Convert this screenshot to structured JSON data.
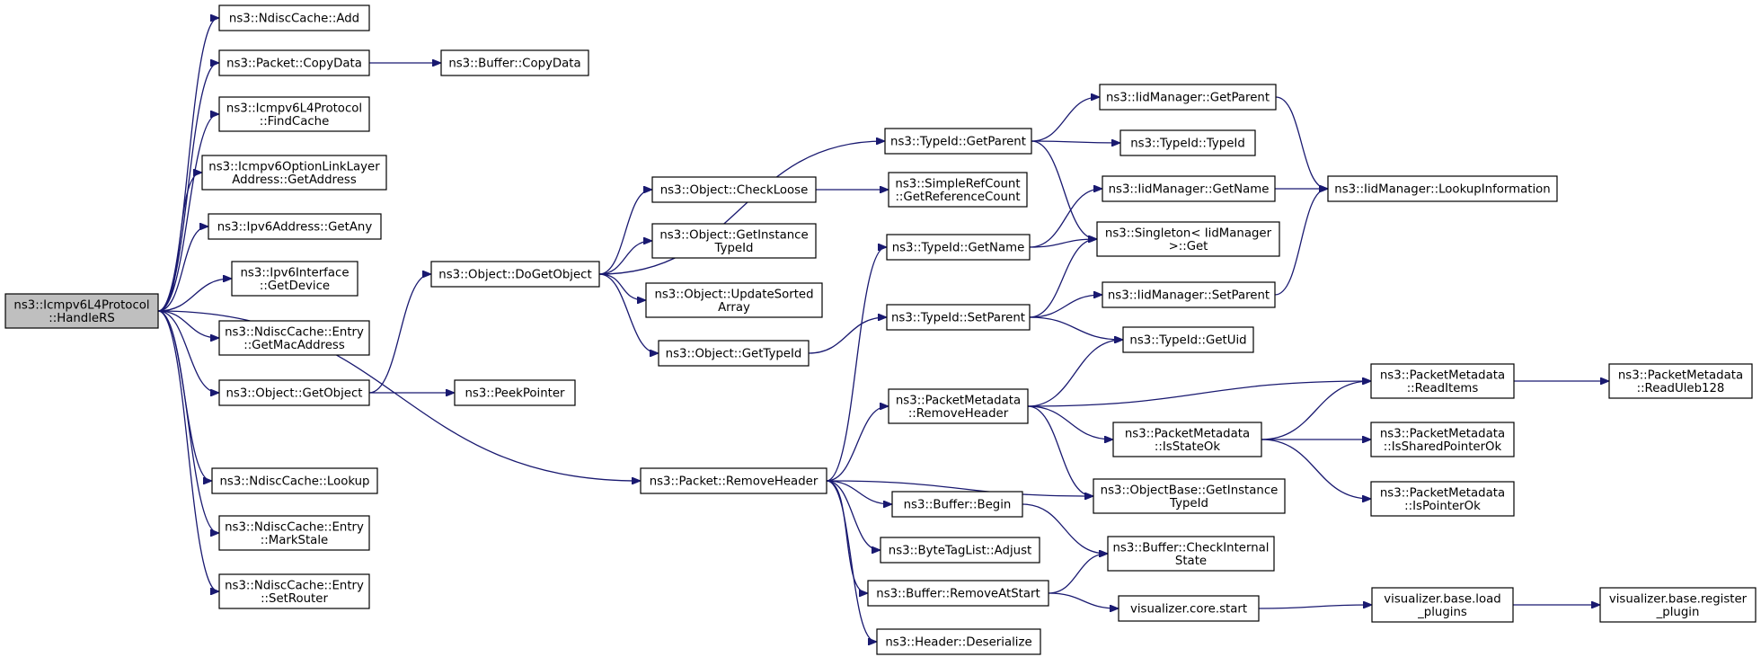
{
  "nodes": [
    {
      "id": "root",
      "lines": [
        "ns3::Icmpv6L4Protocol",
        "::HandleRS"
      ],
      "root": true
    },
    {
      "id": "nd_add",
      "lines": [
        "ns3::NdiscCache::Add"
      ]
    },
    {
      "id": "pkt_copy",
      "lines": [
        "ns3::Packet::CopyData"
      ]
    },
    {
      "id": "buf_copy",
      "lines": [
        "ns3::Buffer::CopyData"
      ]
    },
    {
      "id": "findcache",
      "lines": [
        "ns3::Icmpv6L4Protocol",
        "::FindCache"
      ]
    },
    {
      "id": "optlink",
      "lines": [
        "ns3::Icmpv6OptionLinkLayer",
        "Address::GetAddress"
      ]
    },
    {
      "id": "getany",
      "lines": [
        "ns3::Ipv6Address::GetAny"
      ]
    },
    {
      "id": "ipv6if",
      "lines": [
        "ns3::Ipv6Interface",
        "::GetDevice"
      ]
    },
    {
      "id": "getmac",
      "lines": [
        "ns3::NdiscCache::Entry",
        "::GetMacAddress"
      ]
    },
    {
      "id": "getobject",
      "lines": [
        "ns3::Object::GetObject"
      ]
    },
    {
      "id": "peek",
      "lines": [
        "ns3::PeekPointer"
      ]
    },
    {
      "id": "lookup",
      "lines": [
        "ns3::NdiscCache::Lookup"
      ]
    },
    {
      "id": "markstale",
      "lines": [
        "ns3::NdiscCache::Entry",
        "::MarkStale"
      ]
    },
    {
      "id": "setrouter",
      "lines": [
        "ns3::NdiscCache::Entry",
        "::SetRouter"
      ]
    },
    {
      "id": "dogetobject",
      "lines": [
        "ns3::Object::DoGetObject"
      ]
    },
    {
      "id": "checkloose",
      "lines": [
        "ns3::Object::CheckLoose"
      ]
    },
    {
      "id": "getinsttypeid",
      "lines": [
        "ns3::Object::GetInstance",
        "TypeId"
      ]
    },
    {
      "id": "updatesorted",
      "lines": [
        "ns3::Object::UpdateSorted",
        "Array"
      ]
    },
    {
      "id": "gettypeid",
      "lines": [
        "ns3::Object::GetTypeId"
      ]
    },
    {
      "id": "simplerefcount",
      "lines": [
        "ns3::SimpleRefCount",
        "::GetReferenceCount"
      ]
    },
    {
      "id": "tid_getparent",
      "lines": [
        "ns3::TypeId::GetParent"
      ]
    },
    {
      "id": "tid_getname",
      "lines": [
        "ns3::TypeId::GetName"
      ]
    },
    {
      "id": "tid_setparent",
      "lines": [
        "ns3::TypeId::SetParent"
      ]
    },
    {
      "id": "iid_getparent",
      "lines": [
        "ns3::IidManager::GetParent"
      ]
    },
    {
      "id": "tid_typeid",
      "lines": [
        "ns3::TypeId::TypeId"
      ]
    },
    {
      "id": "iid_getname",
      "lines": [
        "ns3::IidManager::GetName"
      ]
    },
    {
      "id": "singleton",
      "lines": [
        "ns3::Singleton< IidManager",
        ">::Get"
      ]
    },
    {
      "id": "iid_setparent",
      "lines": [
        "ns3::IidManager::SetParent"
      ]
    },
    {
      "id": "tid_getuid",
      "lines": [
        "ns3::TypeId::GetUid"
      ]
    },
    {
      "id": "iid_lookupinfo",
      "lines": [
        "ns3::IidManager::LookupInformation"
      ]
    },
    {
      "id": "pkt_removeheader",
      "lines": [
        "ns3::Packet::RemoveHeader"
      ]
    },
    {
      "id": "pm_removeheader",
      "lines": [
        "ns3::PacketMetadata",
        "::RemoveHeader"
      ]
    },
    {
      "id": "buf_begin",
      "lines": [
        "ns3::Buffer::Begin"
      ]
    },
    {
      "id": "btl_adjust",
      "lines": [
        "ns3::ByteTagList::Adjust"
      ]
    },
    {
      "id": "buf_removeatstart",
      "lines": [
        "ns3::Buffer::RemoveAtStart"
      ]
    },
    {
      "id": "hdr_deserialize",
      "lines": [
        "ns3::Header::Deserialize"
      ]
    },
    {
      "id": "pm_isstateok",
      "lines": [
        "ns3::PacketMetadata",
        "::IsStateOk"
      ]
    },
    {
      "id": "ob_getinsttypeid",
      "lines": [
        "ns3::ObjectBase::GetInstance",
        "TypeId"
      ]
    },
    {
      "id": "buf_checkinternal",
      "lines": [
        "ns3::Buffer::CheckInternal",
        "State"
      ]
    },
    {
      "id": "viz_core_start",
      "lines": [
        "visualizer.core.start"
      ]
    },
    {
      "id": "pm_readitems",
      "lines": [
        "ns3::PacketMetadata",
        "::ReadItems"
      ]
    },
    {
      "id": "pm_issharedptrok",
      "lines": [
        "ns3::PacketMetadata",
        "::IsSharedPointerOk"
      ]
    },
    {
      "id": "pm_ispointerok",
      "lines": [
        "ns3::PacketMetadata",
        "::IsPointerOk"
      ]
    },
    {
      "id": "pm_readuleb",
      "lines": [
        "ns3::PacketMetadata",
        "::ReadUleb128"
      ]
    },
    {
      "id": "viz_base_load",
      "lines": [
        "visualizer.base.load",
        "_plugins"
      ]
    },
    {
      "id": "viz_base_register",
      "lines": [
        "visualizer.base.register",
        "_plugin"
      ]
    }
  ],
  "edges": [
    [
      "root",
      "nd_add"
    ],
    [
      "root",
      "pkt_copy"
    ],
    [
      "root",
      "findcache"
    ],
    [
      "root",
      "optlink"
    ],
    [
      "root",
      "getany"
    ],
    [
      "root",
      "ipv6if"
    ],
    [
      "root",
      "getmac"
    ],
    [
      "root",
      "getobject"
    ],
    [
      "root",
      "lookup"
    ],
    [
      "root",
      "markstale"
    ],
    [
      "root",
      "setrouter"
    ],
    [
      "root",
      "pkt_removeheader"
    ],
    [
      "pkt_copy",
      "buf_copy"
    ],
    [
      "getobject",
      "peek"
    ],
    [
      "getobject",
      "dogetobject"
    ],
    [
      "dogetobject",
      "tid_getparent"
    ],
    [
      "dogetobject",
      "checkloose"
    ],
    [
      "dogetobject",
      "getinsttypeid"
    ],
    [
      "dogetobject",
      "updatesorted"
    ],
    [
      "dogetobject",
      "gettypeid"
    ],
    [
      "checkloose",
      "simplerefcount"
    ],
    [
      "gettypeid",
      "tid_setparent"
    ],
    [
      "tid_getparent",
      "iid_getparent"
    ],
    [
      "tid_getparent",
      "tid_typeid"
    ],
    [
      "tid_getparent",
      "singleton"
    ],
    [
      "tid_getname",
      "iid_getname"
    ],
    [
      "tid_getname",
      "singleton"
    ],
    [
      "tid_setparent",
      "singleton"
    ],
    [
      "tid_setparent",
      "iid_setparent"
    ],
    [
      "tid_setparent",
      "tid_getuid"
    ],
    [
      "iid_getparent",
      "iid_lookupinfo"
    ],
    [
      "iid_getname",
      "iid_lookupinfo"
    ],
    [
      "iid_setparent",
      "iid_lookupinfo"
    ],
    [
      "pkt_removeheader",
      "tid_getname"
    ],
    [
      "pkt_removeheader",
      "pm_removeheader"
    ],
    [
      "pkt_removeheader",
      "ob_getinsttypeid"
    ],
    [
      "pkt_removeheader",
      "buf_begin"
    ],
    [
      "pkt_removeheader",
      "btl_adjust"
    ],
    [
      "pkt_removeheader",
      "buf_removeatstart"
    ],
    [
      "pkt_removeheader",
      "hdr_deserialize"
    ],
    [
      "pm_removeheader",
      "tid_getuid"
    ],
    [
      "pm_removeheader",
      "pm_readitems"
    ],
    [
      "pm_removeheader",
      "pm_isstateok"
    ],
    [
      "pm_removeheader",
      "ob_getinsttypeid"
    ],
    [
      "pm_isstateok",
      "pm_readitems"
    ],
    [
      "pm_isstateok",
      "pm_issharedptrok"
    ],
    [
      "pm_isstateok",
      "pm_ispointerok"
    ],
    [
      "pm_readitems",
      "pm_readuleb"
    ],
    [
      "buf_begin",
      "buf_checkinternal"
    ],
    [
      "buf_removeatstart",
      "buf_checkinternal"
    ],
    [
      "buf_removeatstart",
      "viz_core_start"
    ],
    [
      "viz_core_start",
      "viz_base_load"
    ],
    [
      "viz_base_load",
      "viz_base_register"
    ]
  ]
}
